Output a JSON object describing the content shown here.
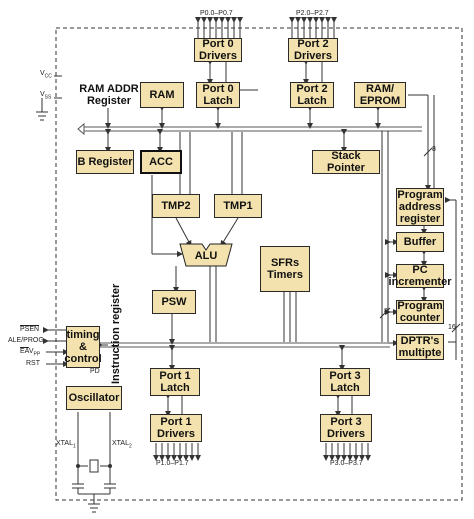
{
  "colors": {
    "block_fill": "#f3e2ad",
    "block_border": "#2a2a2a",
    "bus_line": "#555555",
    "dashed_border": "#333333"
  },
  "pins": {
    "p0": "P0.0–P0.7",
    "p2": "P2.0–P2.7",
    "p1": "P1.0–P1.7",
    "p3": "P3.0–P3.7",
    "vcc": "V",
    "vcc_sub": "CC",
    "vss": "V",
    "vss_sub": "SS",
    "psen": "PSEN",
    "ale": "ALE/PROG",
    "eav": "EA",
    "eav_sub": "V",
    "eav_subsub": "PP",
    "rst": "RST",
    "xtal1": "XTAL",
    "xtal1_sub": "1",
    "xtal2": "XTAL",
    "xtal2_sub": "2",
    "pd": "PD"
  },
  "blocks": {
    "port0_drivers": "Port 0\nDrivers",
    "port2_drivers": "Port 2\nDrivers",
    "ram_addr": "RAM ADDR\nRegister",
    "ram": "RAM",
    "port0_latch": "Port 0\nLatch",
    "port2_latch": "Port 2\nLatch",
    "ram_eprom": "RAM/\nEPROM",
    "b_register": "B Register",
    "acc": "ACC",
    "stack_pointer": "Stack Pointer",
    "tmp2": "TMP2",
    "tmp1": "TMP1",
    "program_address": "Program\naddress\nregister",
    "buffer": "Buffer",
    "alu": "ALU",
    "sfrs": "SFRs\nTimers",
    "pc_incrementer": "PC\nincrementer",
    "psw": "PSW",
    "program_counter": "Program\ncounter",
    "timing_control": "timing\n&\ncontrol",
    "dptr": "DPTR's\nmultipte",
    "port1_latch": "Port 1\nLatch",
    "port3_latch": "Port 3\nLatch",
    "oscillator": "Oscillator",
    "port1_drivers": "Port 1\nDrivers",
    "port3_drivers": "Port 3\nDrivers",
    "instruction_register": "Instruction register"
  },
  "bus_widths": {
    "addr_bus": "8",
    "right_bus": "8",
    "dptr_bus": "16"
  }
}
